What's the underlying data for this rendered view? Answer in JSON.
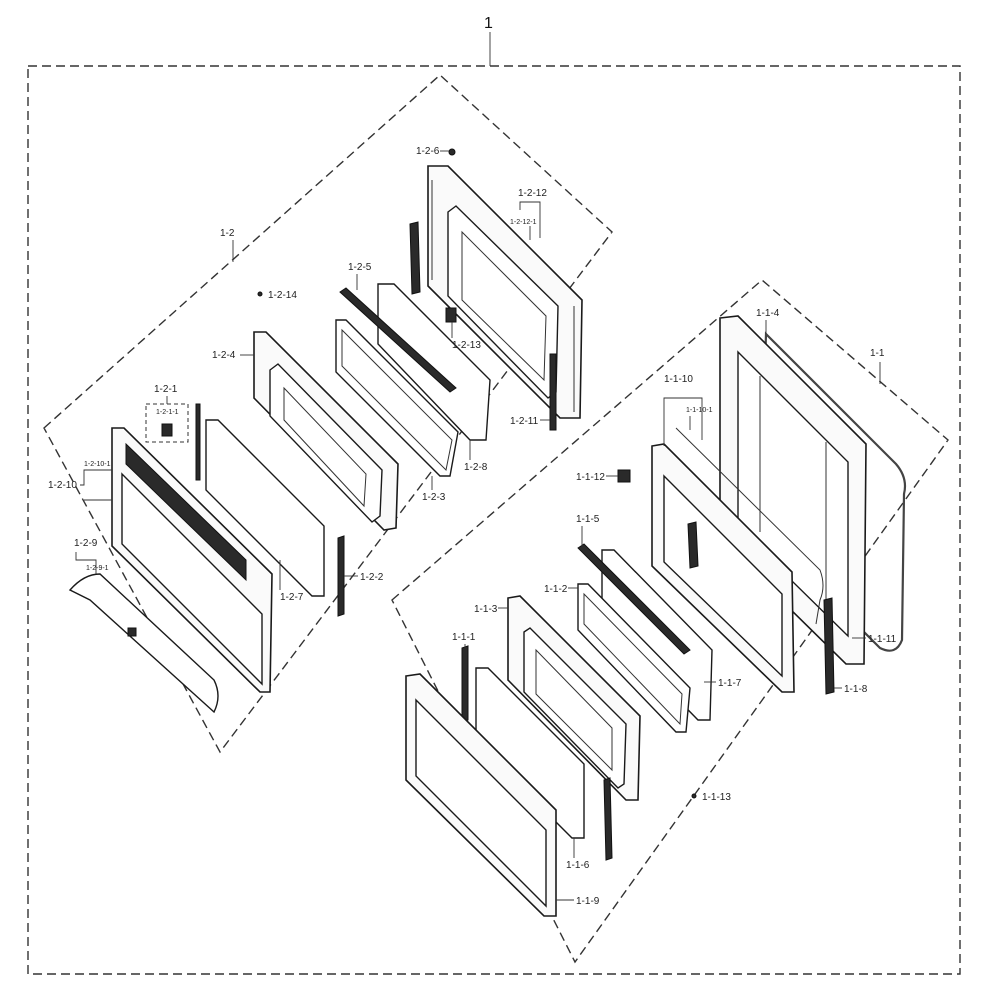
{
  "title": "1",
  "assemblies": {
    "upper": {
      "label": "1-2"
    },
    "lower": {
      "label": "1-1"
    }
  },
  "callouts": {
    "c_1_2_1": "1-2-1",
    "c_1_2_1_1": "1-2-1-1",
    "c_1_2_2": "1-2-2",
    "c_1_2_3": "1-2-3",
    "c_1_2_4": "1-2-4",
    "c_1_2_5": "1-2-5",
    "c_1_2_6": "1-2-6",
    "c_1_2_7": "1-2-7",
    "c_1_2_8": "1-2-8",
    "c_1_2_9": "1-2-9",
    "c_1_2_9_1": "1-2-9-1",
    "c_1_2_10": "1-2-10",
    "c_1_2_10_1": "1-2-10-1",
    "c_1_2_11": "1-2-11",
    "c_1_2_12": "1-2-12",
    "c_1_2_12_1": "1-2-12-1",
    "c_1_2_13": "1-2-13",
    "c_1_2_14": "1-2-14",
    "c_1_1_1": "1-1-1",
    "c_1_1_2": "1-1-2",
    "c_1_1_3": "1-1-3",
    "c_1_1_4": "1-1-4",
    "c_1_1_5": "1-1-5",
    "c_1_1_6": "1-1-6",
    "c_1_1_7": "1-1-7",
    "c_1_1_8": "1-1-8",
    "c_1_1_9": "1-1-9",
    "c_1_1_10": "1-1-10",
    "c_1_1_10_1": "1-1-10-1",
    "c_1_1_11": "1-1-11",
    "c_1_1_12": "1-1-12",
    "c_1_1_13": "1-1-13"
  }
}
